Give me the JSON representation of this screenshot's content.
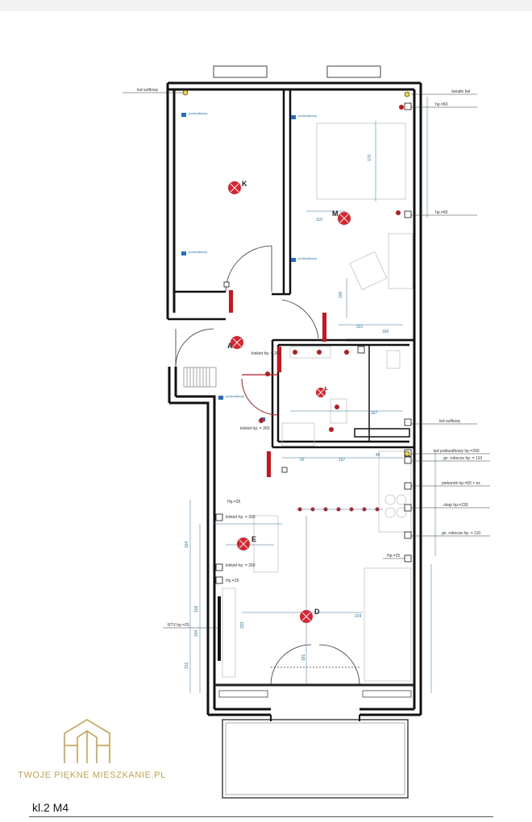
{
  "plan": {
    "rooms": [
      {
        "id": "K",
        "label": "K"
      },
      {
        "id": "M",
        "label": "M"
      },
      {
        "id": "A",
        "label": "A"
      },
      {
        "id": "E",
        "label": "E"
      },
      {
        "id": "D",
        "label": "D"
      },
      {
        "id": "L",
        "label": "Ł"
      }
    ],
    "annotations": {
      "led_sufitowy_top": "led sufitowy",
      "swiatlo_bel": "światło bel",
      "hp60_a": "hp.=60",
      "hp60_b": "hp.=60",
      "led_sufitowy_mid": "led sufitowy",
      "led_podszafkowy": "led podszafkowy hp.=200",
      "gn_robocze_1": "gn. robocze hp. = 110",
      "piekarnik": "piekarnik hp.=50 + ex",
      "okap": "okap hp.=230",
      "gn_robocze_2": "gn. robocze hp. = 110",
      "hp25_right": "Hp.=25",
      "hp25_left_1": "Hp.=25",
      "kinkiet_1": "kinkiet hp. = 260",
      "kinkiet_2": "kinkiet hp. = 260",
      "hp25_left_2": "Hp.=25",
      "rtv": "RTV hp.=25",
      "kinkiet_hall": "kinkiet hp. = 260",
      "kinkiet_bath": "kinkiet hp. = 260",
      "podszafkowy": "podszafkowy"
    },
    "dimensions": [
      "170",
      "110",
      "200",
      "221",
      "160",
      "167",
      "157",
      "92",
      "224",
      "181",
      "151",
      "333",
      "244",
      "164",
      "109",
      "45"
    ]
  },
  "brand": {
    "name": "TWOJE PIĘKNE MIESZKANIE.PL",
    "color": "#c9a24a"
  },
  "footer": {
    "title": "kl.2 M4"
  },
  "colors": {
    "wall": "#111111",
    "socket": "#e0202a",
    "dim": "#1f77b4",
    "accent_red": "#d0121a"
  }
}
